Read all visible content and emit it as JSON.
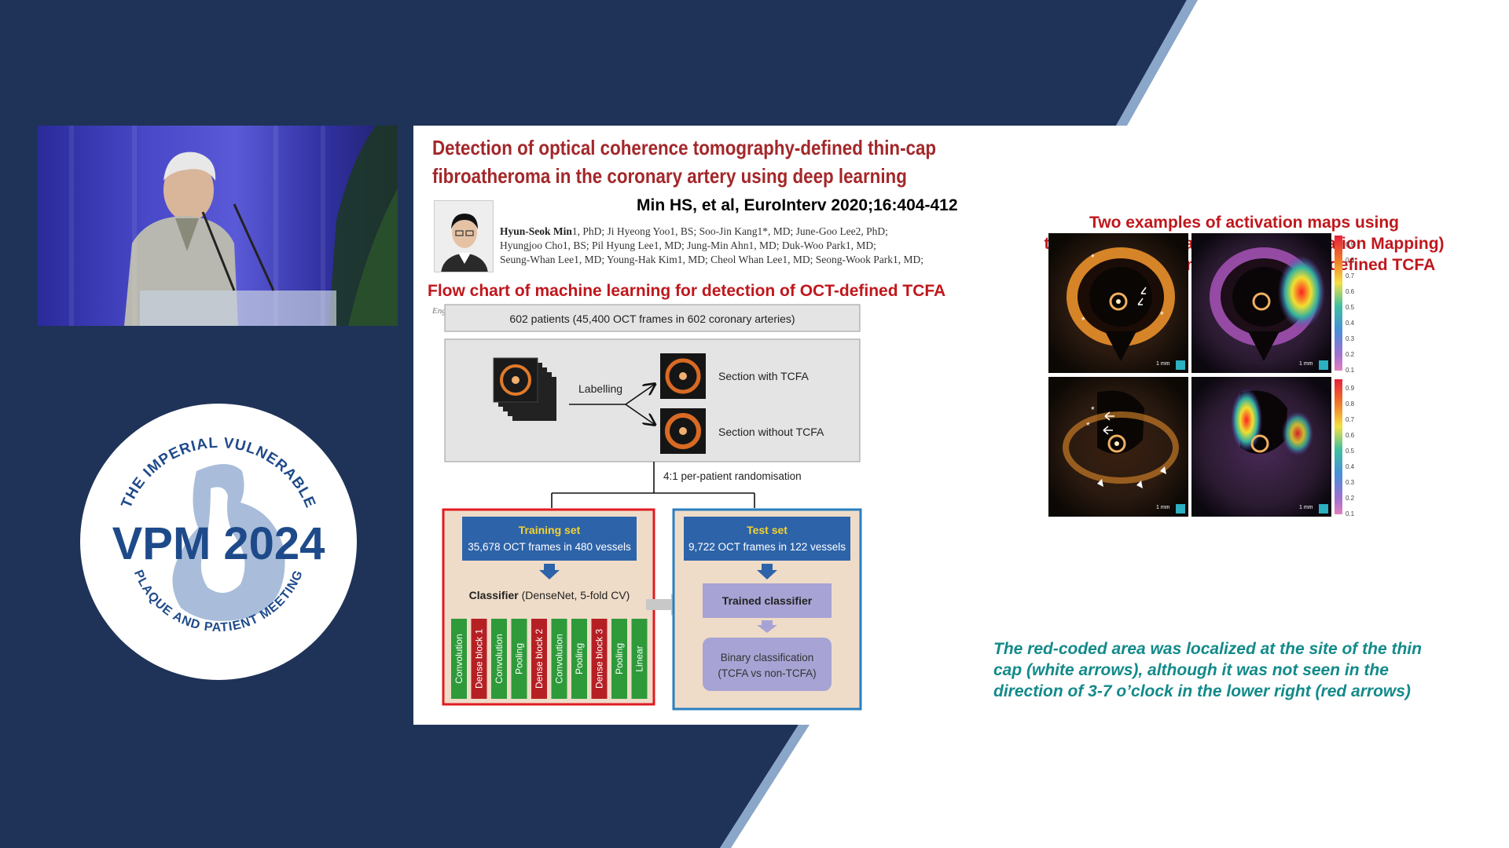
{
  "event": {
    "logo": {
      "arc_top": "THE IMPERIAL VULNERABLE",
      "main": "VPM 2024",
      "arc_bottom": "PLAQUE AND PATIENT MEETING"
    }
  },
  "slide": {
    "paper_title_line1": "Detection of optical coherence tomography-defined thin-cap",
    "paper_title_line2": "fibroatheroma in the coronary artery using deep learning",
    "citation": "Min HS, et al, EuroInterv 2020;16:404-412",
    "authors_line1_name": "Hyun-Seok Min",
    "authors_line1_rest": "1, PhD; Ji Hyeong Yoo1, BS; Soo-Jin Kang1*, MD; June-Goo Lee2, PhD;",
    "authors_line2": "Hyungjoo Cho1, BS; Pil Hyung Lee1, MD; Jung-Min Ahn1, MD; Duk-Woo Park1, MD;",
    "authors_line3": "Seung-Whan Lee1, MD; Young-Hak Kim1, MD; Cheol Whan Lee1, MD; Seong-Wook Park1, MD;",
    "flow_title": "Flow chart of machine learning for detection of OCT-defined TCFA",
    "eng_tag": "Eng",
    "flowchart": {
      "patients": "602 patients (45,400 OCT frames in 602 coronary arteries)",
      "labelling": "Labelling",
      "with_tcfa": "Section with TCFA",
      "without_tcfa": "Section without TCFA",
      "randomisation": "4:1 per-patient randomisation",
      "training_title": "Training set",
      "training_sub": "35,678 OCT frames in 480 vessels",
      "classifier_bold": "Classifier",
      "classifier_rest": " (DenseNet, 5-fold CV)",
      "layers": [
        {
          "label": "Convolution",
          "color": "#2e9a3a"
        },
        {
          "label": "Dense block 1",
          "color": "#b52024"
        },
        {
          "label": "Convolution",
          "color": "#2e9a3a"
        },
        {
          "label": "Pooling",
          "color": "#2e9a3a"
        },
        {
          "label": "Dense block 2",
          "color": "#b52024"
        },
        {
          "label": "Convolution",
          "color": "#2e9a3a"
        },
        {
          "label": "Pooling",
          "color": "#2e9a3a"
        },
        {
          "label": "Dense block 3",
          "color": "#b52024"
        },
        {
          "label": "Pooling",
          "color": "#2e9a3a"
        },
        {
          "label": "Linear",
          "color": "#2e9a3a"
        }
      ],
      "test_title": "Test set",
      "test_sub": "9,722 OCT frames in 122 vessels",
      "trained_classifier": "Trained classifier",
      "binary_line1": "Binary classification",
      "binary_line2": "(TCFA vs non-TCFA)"
    },
    "right_title_line1": "Two examples of activation maps using",
    "right_title_line2": "the Grad-CAM (Gradient-Class Activation Mapping)",
    "right_title_line3": "technique for identification of OCT-defined TCFA",
    "colorbar_ticks": [
      "0.9",
      "0.8",
      "0.7",
      "0.6",
      "0.5",
      "0.4",
      "0.3",
      "0.2",
      "0.1"
    ],
    "scale_label": "1 mm",
    "caption_line1": "The red-coded area was localized at the site of the thin",
    "caption_line2": "cap (white arrows), although it was not seen in the",
    "caption_line3": "direction of 3-7 o’clock in the lower right (red arrows)"
  },
  "colors": {
    "navy": "#1f3358",
    "steel_blue": "#8aa6c8",
    "title_red": "#a3272a",
    "caption_teal": "#138a8a",
    "training_red": "#e01b22",
    "test_blue": "#2a7fc0",
    "box_blue": "#2d63a9",
    "box_lavender": "#a7a3d4"
  }
}
